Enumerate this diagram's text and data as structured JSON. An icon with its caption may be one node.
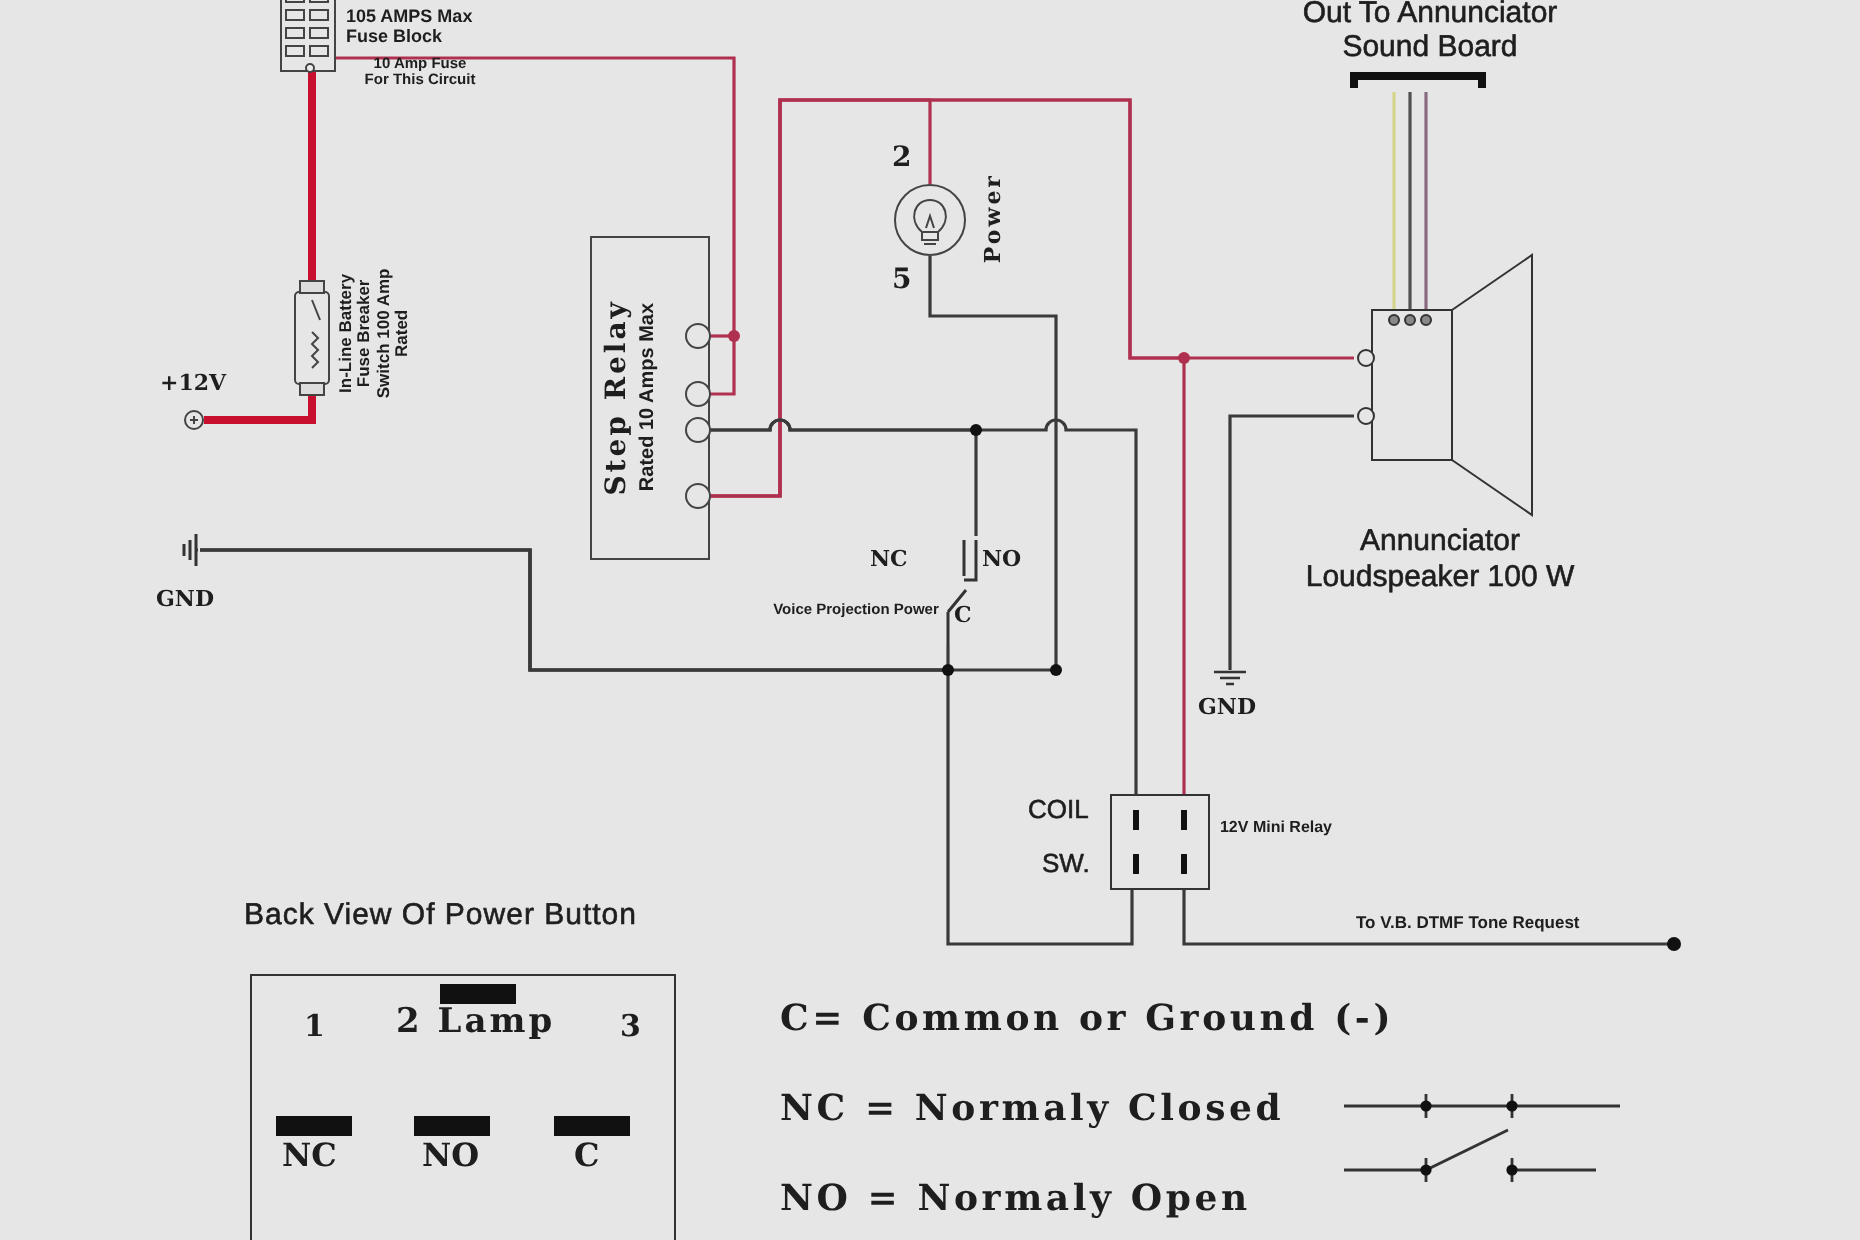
{
  "diagram": {
    "nodes": [
      {
        "text": [
          "105 AMPS Max Fuse Block"
        ],
        "beside": [
          "10 Amp Fuse For This Circuit"
        ]
      },
      {
        "text": [
          "In-Line Battery Fuse Breaker Switch 100 Amp Rated"
        ]
      },
      {
        "text": [
          "+12V"
        ]
      },
      {
        "text": [
          "Step Relay",
          "Rated 10 Amps Max"
        ]
      },
      {
        "text": [
          "Power"
        ],
        "beside": [
          "2",
          "5"
        ]
      },
      {
        "text": [
          "Out To Annunciator Sound Board"
        ]
      },
      {
        "text": [
          "Annunciator Loudspeaker 100 W"
        ]
      },
      {
        "text": [
          "GND"
        ]
      },
      {
        "text": [
          "NC",
          "NO",
          "C",
          "Voice Projection Power"
        ]
      },
      {
        "text": [
          "GND"
        ]
      },
      {
        "text": [
          "COIL",
          "SW.",
          "12V Mini Relay"
        ]
      },
      {
        "text": [
          "To V.B. DTMF Tone Request"
        ]
      },
      {
        "text": [
          "Back View Of Power Button",
          "1",
          "2 Lamp",
          "3",
          "NC",
          "NO",
          "C"
        ]
      }
    ],
    "edges": [
      {
        "from": 0,
        "to": 1,
        "arrow": "none",
        "style": "thick",
        "color": "#c8102e"
      },
      {
        "from": 1,
        "to": 2,
        "arrow": "none",
        "style": "thick",
        "color": "#c8102e"
      },
      {
        "from": 0,
        "to": 3,
        "arrow": "none",
        "color": "#b03050"
      },
      {
        "from": 3,
        "to": 4,
        "arrow": "none",
        "color": "#b03050"
      },
      {
        "from": 3,
        "to": 6,
        "arrow": "none",
        "color": "#b03050"
      },
      {
        "from": 3,
        "to": 10,
        "arrow": "none",
        "color": "#b03050"
      },
      {
        "from": 3,
        "to": 8,
        "arrow": "none"
      },
      {
        "from": 3,
        "to": 10,
        "arrow": "none"
      },
      {
        "from": 7,
        "to": 4,
        "arrow": "none"
      },
      {
        "from": 7,
        "to": 8,
        "arrow": "none"
      },
      {
        "from": 7,
        "to": 10,
        "arrow": "none"
      },
      {
        "from": 6,
        "to": 9,
        "arrow": "none"
      },
      {
        "from": 10,
        "to": 11,
        "arrow": "none"
      },
      {
        "from": 5,
        "to": 6,
        "arrow": "none",
        "color": "#d4d48a"
      },
      {
        "from": 5,
        "to": 6,
        "arrow": "none",
        "color": "#505050"
      },
      {
        "from": 5,
        "to": 6,
        "arrow": "none",
        "color": "#8a6a80"
      }
    ],
    "labels": [
      "C= Common or Ground (-)",
      "NC = Normaly Closed",
      "NO = Normaly Open"
    ]
  }
}
